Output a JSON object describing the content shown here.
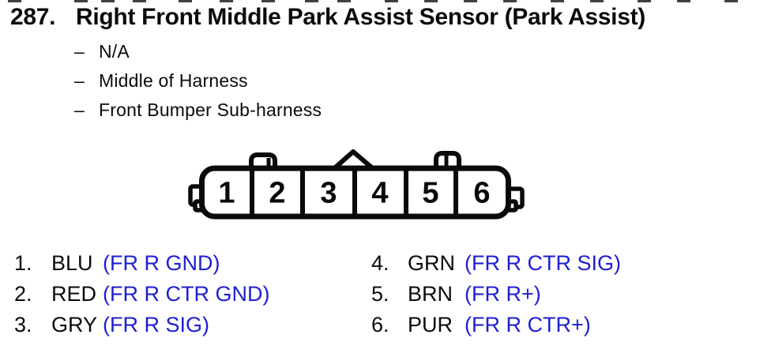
{
  "header": {
    "number": "287.",
    "title": "Right Front Middle Park Assist Sensor (Park Assist)"
  },
  "notes": {
    "dash": "–",
    "items": [
      "N/A",
      "Middle of Harness",
      "Front Bumper Sub-harness"
    ]
  },
  "connector": {
    "pins": [
      "1",
      "2",
      "3",
      "4",
      "5",
      "6"
    ]
  },
  "pin_list": {
    "left": [
      {
        "num": "1.",
        "color": "BLU",
        "signal": "(FR R GND)"
      },
      {
        "num": "2.",
        "color": "RED",
        "signal": "(FR R CTR GND)"
      },
      {
        "num": "3.",
        "color": "GRY",
        "signal": "(FR R SIG)"
      }
    ],
    "right": [
      {
        "num": "4.",
        "color": "GRN",
        "signal": "(FR R CTR SIG)"
      },
      {
        "num": "5.",
        "color": "BRN",
        "signal": "(FR R+)"
      },
      {
        "num": "6.",
        "color": "PUR",
        "signal": "(FR R CTR+)"
      }
    ]
  },
  "colors": {
    "signal_blue": "#1e1ed2",
    "text_black": "#0b0b0b",
    "line_black": "#0a0a0a"
  },
  "artifacts": {
    "top_dash_xs": [
      10,
      94,
      128,
      168,
      226,
      278,
      331,
      386,
      427,
      487,
      537,
      587,
      637,
      697,
      747,
      807,
      857,
      917
    ]
  }
}
